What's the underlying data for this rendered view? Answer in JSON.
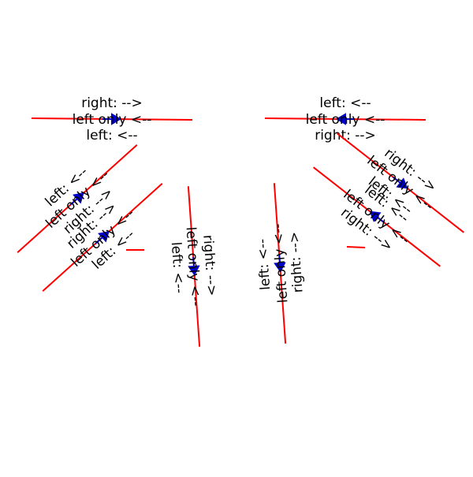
{
  "colors": {
    "line": "#ff0000",
    "arrow": "#0000cc",
    "text": "#000000",
    "background": "#ffffff"
  },
  "groups": [
    {
      "labels": {
        "above": "right: -->",
        "middle": "left only <--",
        "below": "left: <--"
      },
      "arrow_direction": "right"
    },
    {
      "labels": {
        "above": "left: <--",
        "middle": "left only <--",
        "below": "right: -->"
      },
      "arrow_direction": "left"
    },
    {
      "labels": {
        "above": "left: <--",
        "middle": "left only <--",
        "below": "right: -->"
      },
      "arrow_direction": "right"
    },
    {
      "labels": {
        "above": "right: -->",
        "middle": "left only <--",
        "below": "left: <--"
      },
      "arrow_direction": "right"
    },
    {
      "labels": {
        "above": "right: -->",
        "middle": "left only <--",
        "below": "left: <--"
      },
      "arrow_direction": "right"
    },
    {
      "labels": {
        "above": "left: <--",
        "middle": "left only <--",
        "below": "right: -->"
      },
      "arrow_direction": "left"
    },
    {
      "labels": {
        "above": "right: -->",
        "middle": "left only <--",
        "below": "left: <--"
      },
      "arrow_direction": "right"
    },
    {
      "labels": {
        "above": "left: <--",
        "middle": "left only <--",
        "below": "right: -->"
      },
      "arrow_direction": "left"
    }
  ]
}
